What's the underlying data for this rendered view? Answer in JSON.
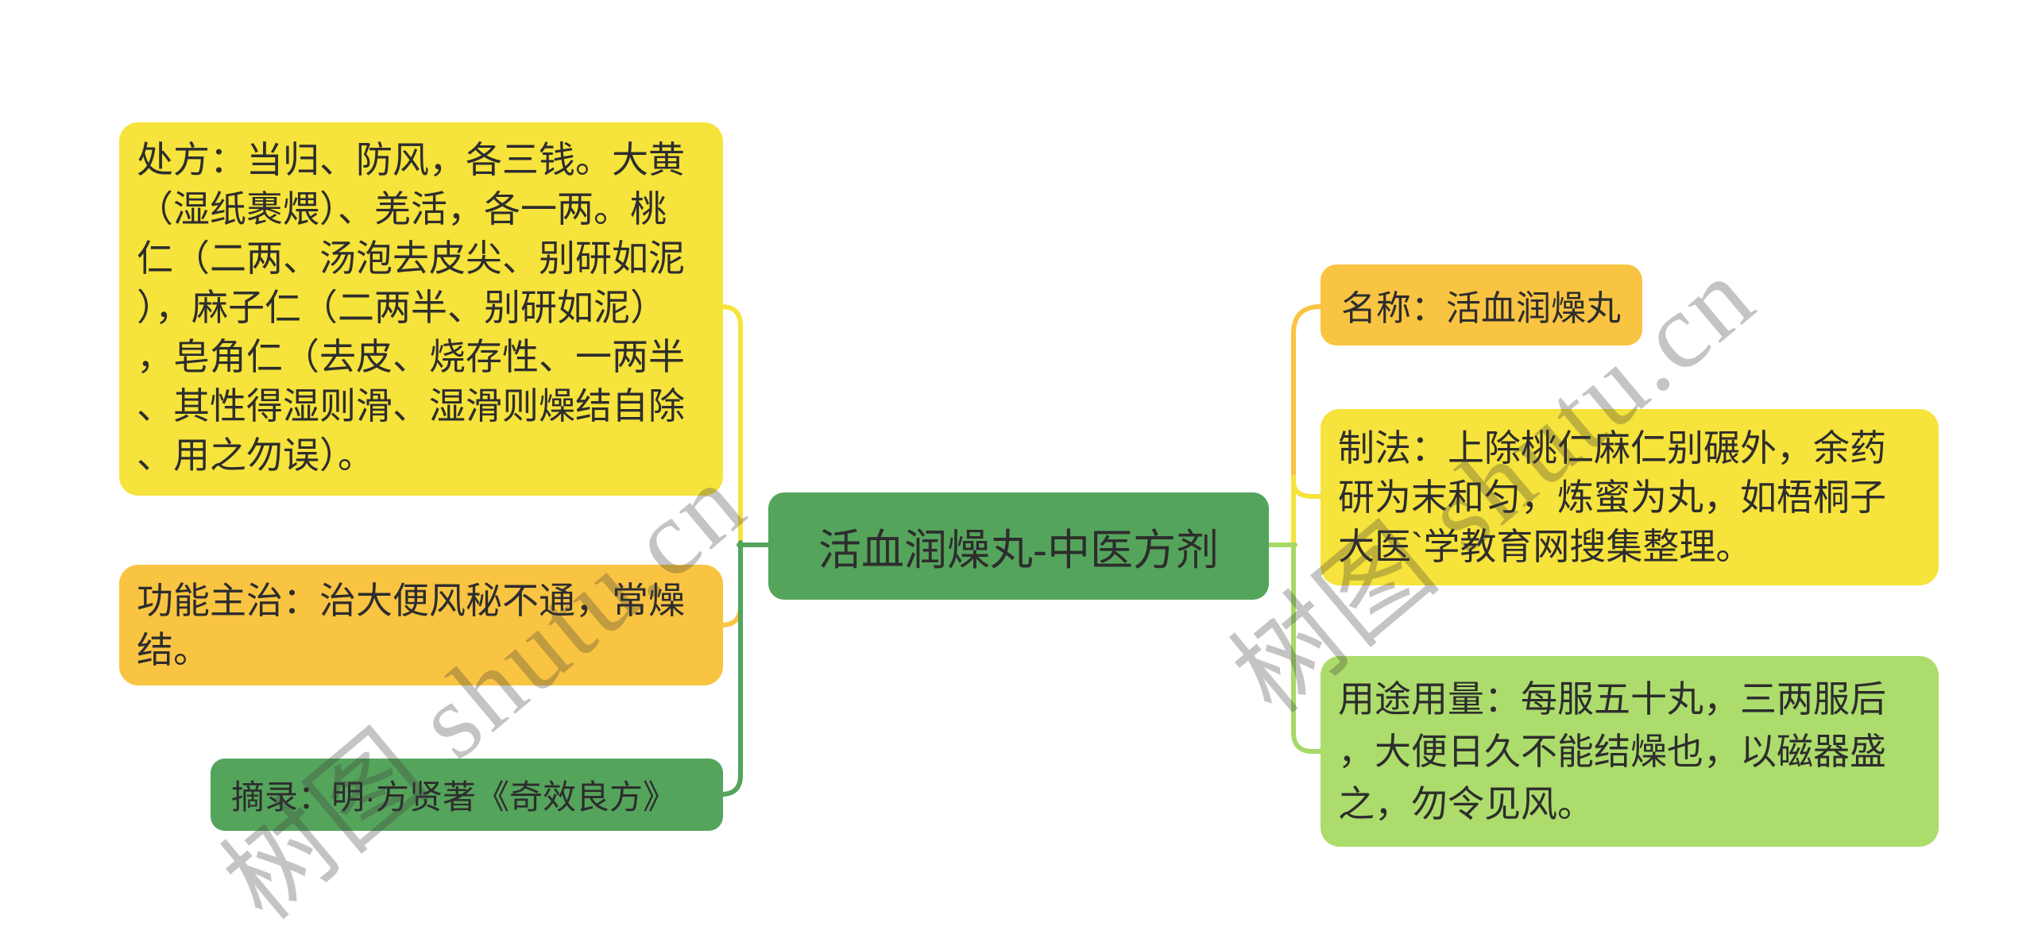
{
  "diagram": {
    "root": {
      "label": "活血润燥丸-中医方剂"
    },
    "left_nodes": {
      "prescription": {
        "label": "处方：当归、防风，各三钱。大黄\n（湿纸裹煨）、羌活，各一两。桃\n仁（二两、汤泡去皮尖、别研如泥\n），麻子仁（二两半、别研如泥）\n，皂角仁（去皮、烧存性、一两半\n、其性得湿则滑、湿滑则燥结自除\n、用之勿误）。"
      },
      "indications": {
        "label": "功能主治：治大便风秘不通，常燥\n结。"
      },
      "excerpt": {
        "label": "摘录：明·方贤著《奇效良方》"
      }
    },
    "right_nodes": {
      "name": {
        "label": "名称：活血润燥丸"
      },
      "method": {
        "label": "制法：上除桃仁麻仁别碾外，余药\n研为末和匀，炼蜜为丸，如梧桐子\n大医`学教育网搜集整理。"
      },
      "usage": {
        "label": "用途用量：每服五十丸，三两服后\n，大便日久不能结燥也，以磁器盛\n之，勿令见风。"
      }
    },
    "watermark": {
      "text": "树图 shutu.cn"
    },
    "colors": {
      "node_yellow": "#F6E33B",
      "node_orange": "#F9C442",
      "node_green": "#55A45C",
      "node_light_green": "#ACDC6B",
      "edge_light_green": "#A6D965",
      "text": "#2d2d2d",
      "watermark_gray": "#A0A0A0",
      "background": "#FFFFFF"
    }
  }
}
